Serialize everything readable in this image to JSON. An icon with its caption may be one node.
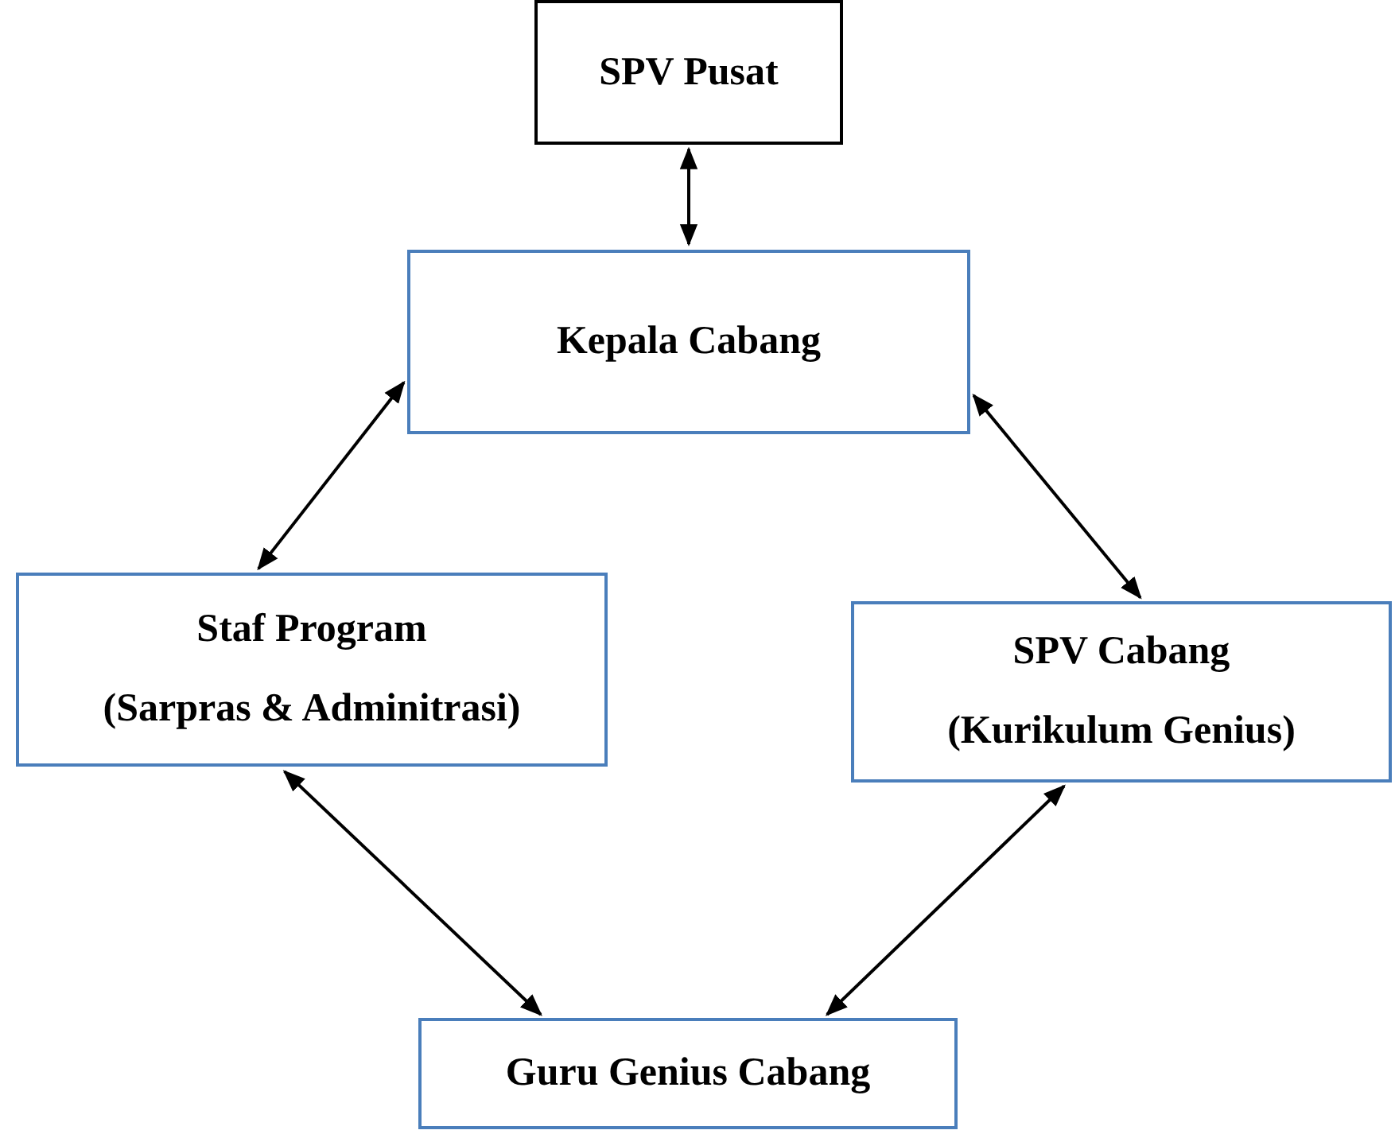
{
  "diagram": {
    "nodes": [
      {
        "text": [
          "SPV Pusat"
        ]
      },
      {
        "text": [
          "Kepala Cabang"
        ]
      },
      {
        "text": [
          "Staf Program",
          "(Sarpras & Adminitrasi)"
        ]
      },
      {
        "text": [
          "SPV Cabang",
          "(Kurikulum Genius)"
        ]
      },
      {
        "text": [
          "Guru Genius Cabang"
        ]
      }
    ],
    "edges": [
      {
        "from": 0,
        "to": 1,
        "arrow": "both"
      },
      {
        "from": 1,
        "to": 2,
        "arrow": "both"
      },
      {
        "from": 1,
        "to": 3,
        "arrow": "both"
      },
      {
        "from": 2,
        "to": 4,
        "arrow": "both"
      },
      {
        "from": 3,
        "to": 4,
        "arrow": "both"
      }
    ]
  }
}
